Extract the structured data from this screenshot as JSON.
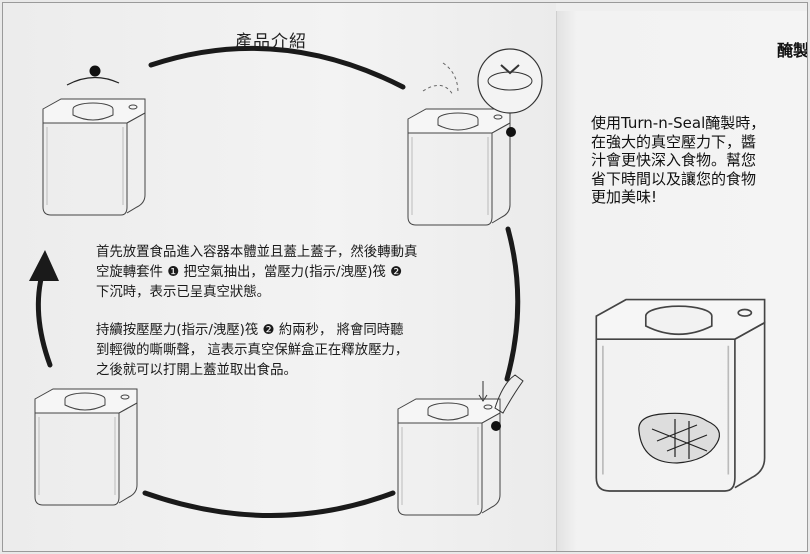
{
  "left_page": {
    "title": "產品介紹",
    "paragraph1": "首先放置食品進入容器本體並且蓋上蓋子，然後轉動真\n空旋轉套件 ❶ 把空氣抽出，當壓力(指示/洩壓)筏 ❷\n下沉時，表示已呈真空狀態。",
    "paragraph2": "持續按壓壓力(指示/洩壓)筏 ❷ 約兩秒， 將會同時聽\n到輕微的嘶嘶聲， 這表示真空保鮮盒正在釋放壓力，\n之後就可以打開上蓋並取出食品。",
    "markers": {
      "step1": "1",
      "step2": "2"
    }
  },
  "right_page": {
    "title": "醃製",
    "text": "使用Turn-n-Seal醃製時，\n在強大的真空壓力下，醬\n汁會更快深入食物。幫您\n省下時間以及讓您的食物\n更加美味!"
  }
}
